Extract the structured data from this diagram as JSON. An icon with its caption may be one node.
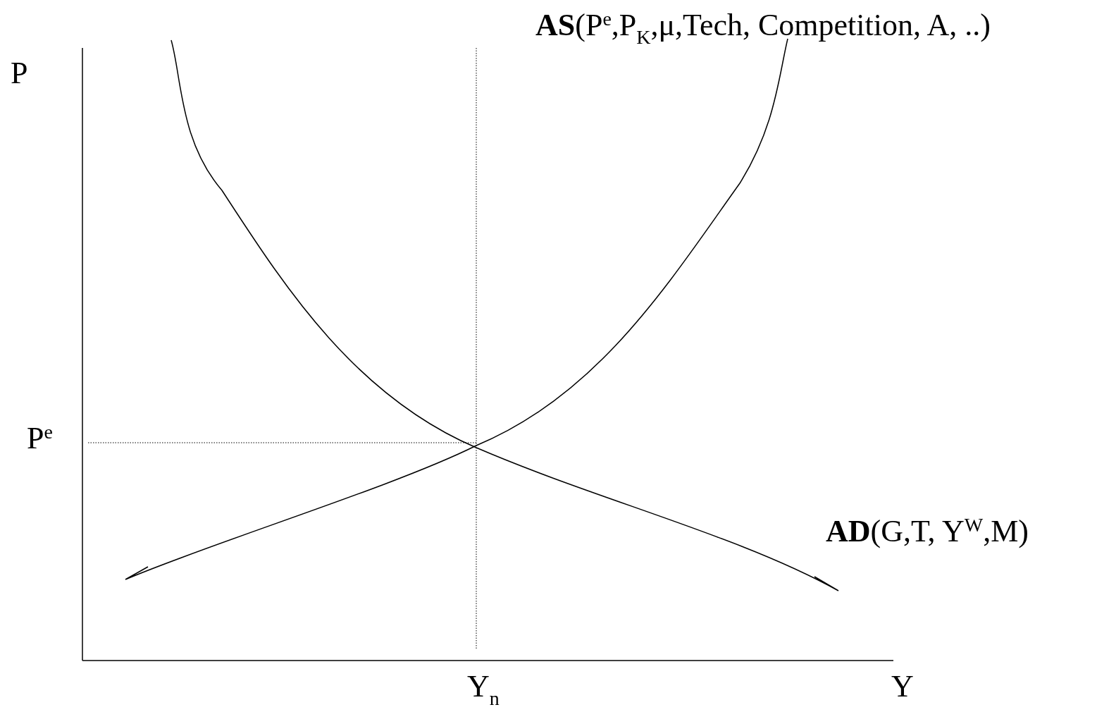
{
  "diagram": {
    "labels": [
      "P",
      "**AS**(P$^{e}$,P$_{K}$,μ,Tech, Competition, A, ..)",
      "P$^{e}$",
      "**AD**(G,T, Y$^{W}$,M)",
      "Y$_{n}$",
      "Y"
    ]
  }
}
